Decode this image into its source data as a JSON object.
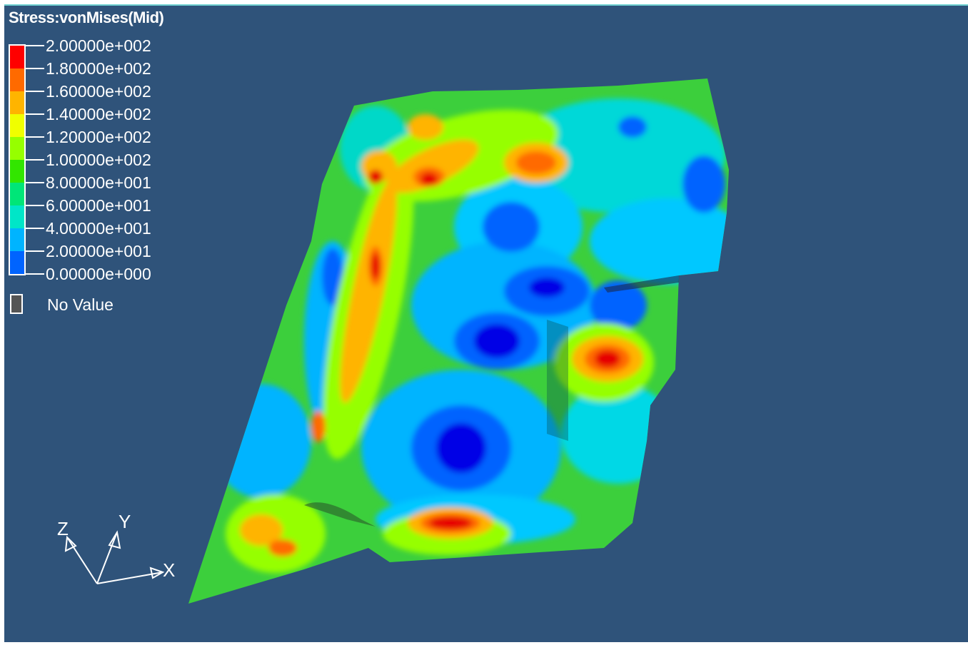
{
  "legend": {
    "title": "Stress:vonMises(Mid)",
    "levels": [
      {
        "label": "2.00000e+002",
        "color": "#ff0000"
      },
      {
        "label": "1.80000e+002",
        "color": "#ff6a00"
      },
      {
        "label": "1.60000e+002",
        "color": "#ffb400"
      },
      {
        "label": "1.40000e+002",
        "color": "#f0ff00"
      },
      {
        "label": "1.20000e+002",
        "color": "#96ff00"
      },
      {
        "label": "1.00000e+002",
        "color": "#32e600"
      },
      {
        "label": "8.00000e+001",
        "color": "#00e678"
      },
      {
        "label": "6.00000e+001",
        "color": "#00e6c8"
      },
      {
        "label": "4.00000e+001",
        "color": "#00b4ff"
      },
      {
        "label": "2.00000e+001",
        "color": "#0064ff"
      },
      {
        "label": "0.00000e+000",
        "color": "#0000e6"
      }
    ],
    "no_value_label": "No Value",
    "no_value_color": "#555555"
  },
  "triad": {
    "x_label": "X",
    "y_label": "Y",
    "z_label": "Z"
  },
  "viewport": {
    "background_color": "#2f537a"
  }
}
